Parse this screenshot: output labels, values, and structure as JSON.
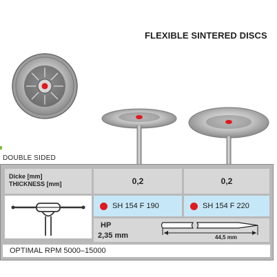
{
  "header": {
    "title": "FLEXIBLE SINTERED DISCS"
  },
  "product_label": "DOUBLE SIDED",
  "table": {
    "label_line1": "Dicke [mm]",
    "label_line2": "THICKNESS [mm]",
    "thickness_values": [
      "0,2",
      "0,2"
    ],
    "codes": [
      "SH 154 F 190",
      "SH 154 F 220"
    ],
    "shank_type": "HP",
    "shank_diameter": "2,35 mm",
    "shank_length": "44,5 mm",
    "rpm": "OPTIMAL RPM 5000–15000"
  },
  "colors": {
    "accent_red": "#e1191f",
    "code_cell_bg": "#c6e7f7",
    "panel_bg": "#b9b9b9",
    "indicator_green": "#7fbf3f"
  },
  "icons": [
    "disc-profile-icon",
    "shank-dimension-icon"
  ]
}
